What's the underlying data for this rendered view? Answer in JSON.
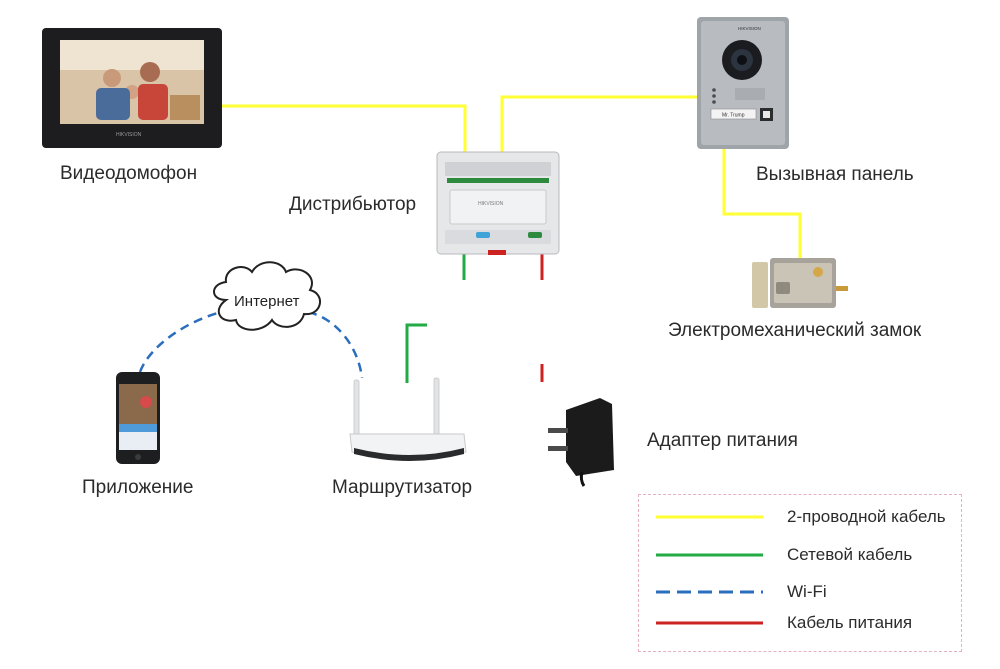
{
  "labels": {
    "video_intercom": "Видеодомофон",
    "distributor": "Дистрибьютор",
    "call_panel": "Вызывная панель",
    "lock": "Электромеханический замок",
    "internet": "Интернет",
    "app": "Приложение",
    "router": "Маршрутизатор",
    "power_adapter": "Адаптер питания"
  },
  "device_text": {
    "monitor_brand": "HIKVISION",
    "distributor_brand": "HIKVISION",
    "panel_brand": "HIKVISION",
    "panel_nameplate": "Mr. Trump"
  },
  "legend": {
    "items": [
      {
        "label": "2-проводной кабель",
        "color": "#ffff33",
        "style": "solid"
      },
      {
        "label": "Сетевой кабель",
        "color": "#22aa44",
        "style": "solid"
      },
      {
        "label": "Wi-Fi",
        "color": "#2a6ebd",
        "style": "dashed"
      },
      {
        "label": "Кабель питания",
        "color": "#cc2222",
        "style": "solid"
      }
    ]
  },
  "colors": {
    "two_wire": "#ffff33",
    "network": "#22aa44",
    "wifi": "#2a6ebd",
    "power": "#cc2222"
  }
}
